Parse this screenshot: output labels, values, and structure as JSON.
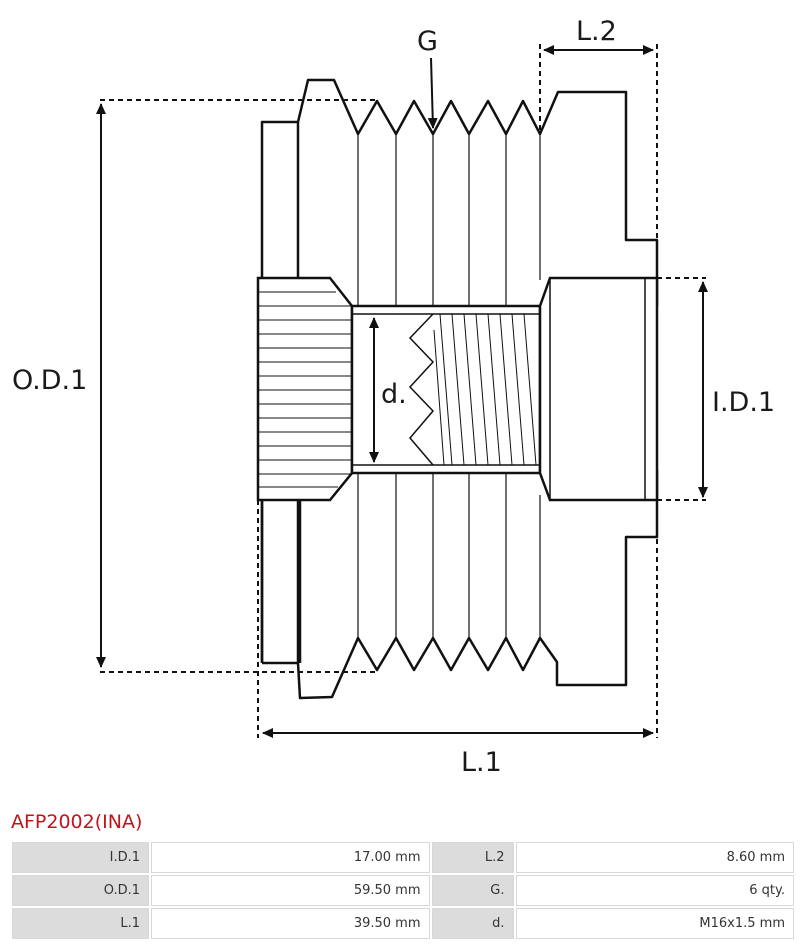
{
  "diagram": {
    "labels": {
      "od1": "O.D.1",
      "id1": "I.D.1",
      "l1": "L.1",
      "l2": "L.2",
      "g": "G",
      "d": "d."
    }
  },
  "part": {
    "title": "AFP2002(INA)"
  },
  "specs": {
    "rows": [
      {
        "label_a": "I.D.1",
        "value_a": "17.00 mm",
        "label_b": "L.2",
        "value_b": "8.60 mm"
      },
      {
        "label_a": "O.D.1",
        "value_a": "59.50 mm",
        "label_b": "G.",
        "value_b": "6 qty."
      },
      {
        "label_a": "L.1",
        "value_a": "39.50 mm",
        "label_b": "d.",
        "value_b": "M16x1.5 mm"
      }
    ]
  }
}
